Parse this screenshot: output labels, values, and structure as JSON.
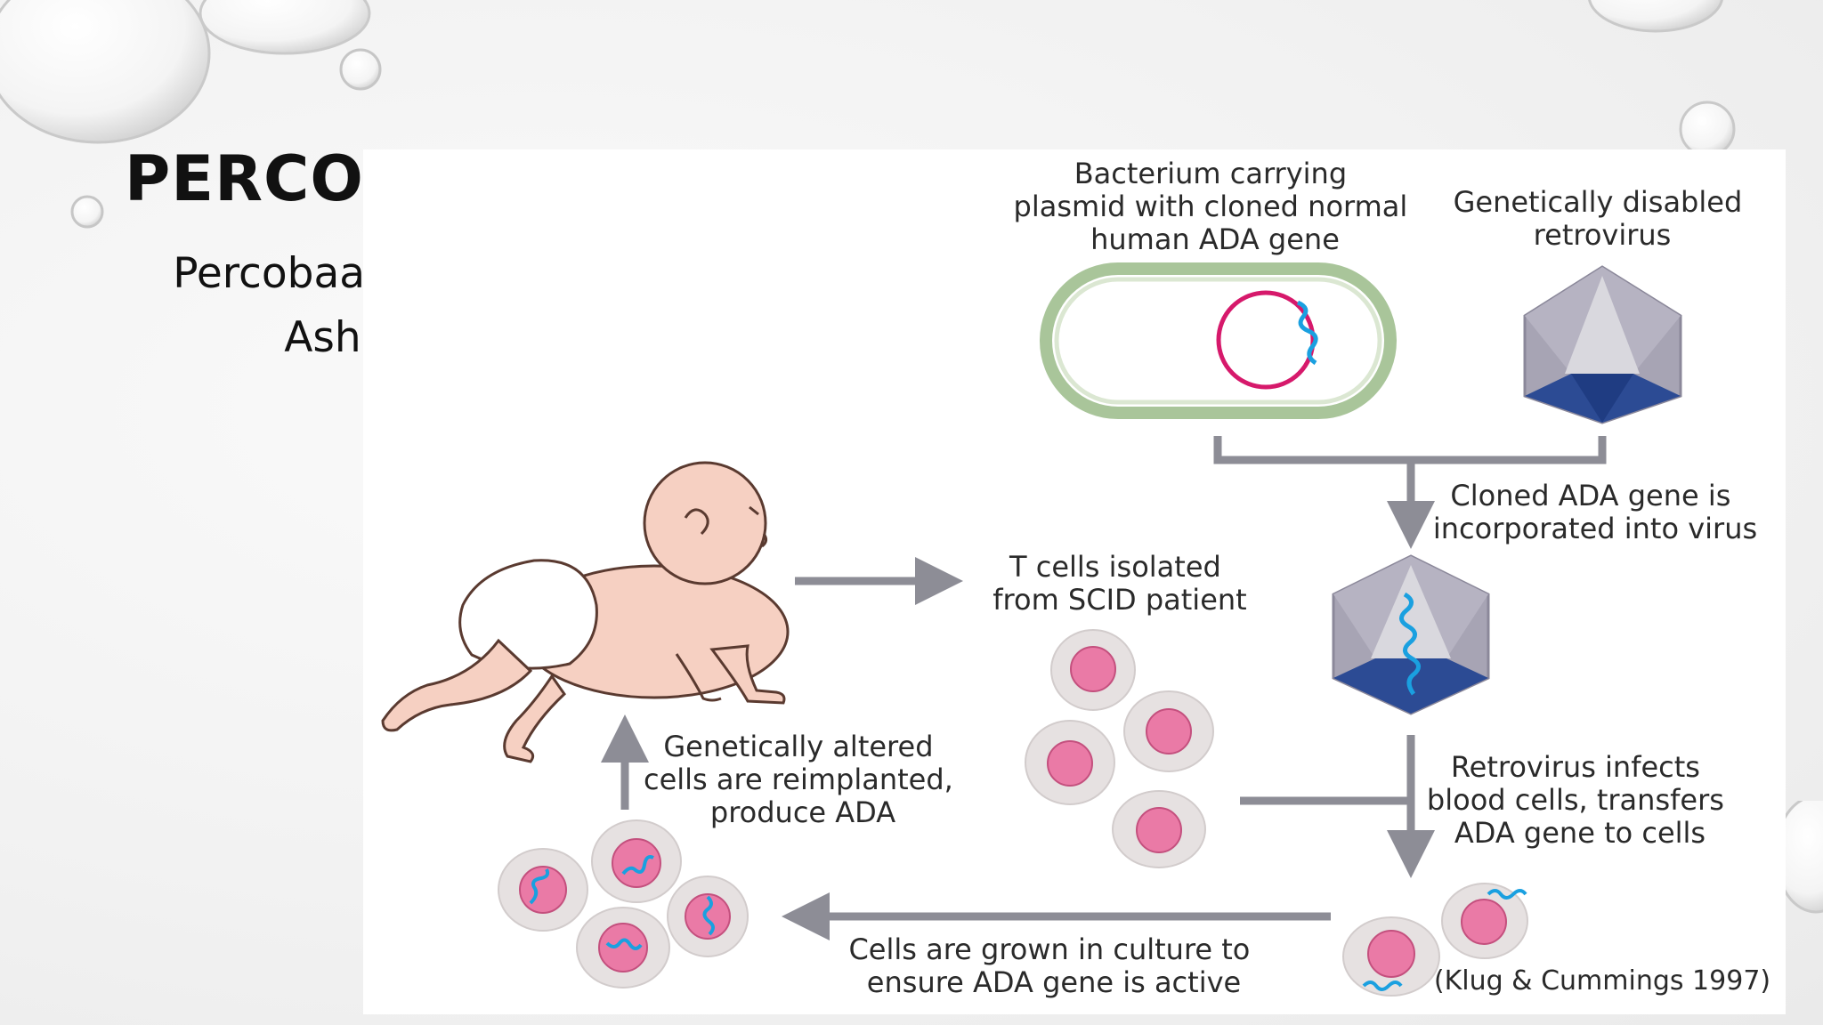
{
  "slide": {
    "title": "PERCOBAAN TERAPI GEN",
    "subtitle_line1": "Percobaan terapi gen pada balita",
    "subtitle_line2": "Ashanti secara ex-vivo"
  },
  "diagram": {
    "bacterium_label": [
      "Bacterium carrying",
      "plasmid with cloned normal",
      "human ADA gene"
    ],
    "retrovirus_label": [
      "Genetically disabled",
      "retrovirus"
    ],
    "incorporate_label": [
      "Cloned ADA gene is",
      "incorporated into virus"
    ],
    "tcells_label": [
      "T cells isolated",
      "from SCID patient"
    ],
    "infect_label": [
      "Retrovirus infects",
      "blood cells, transfers",
      "ADA gene to cells"
    ],
    "reimplant_label": [
      "Genetically altered",
      "cells are reimplanted,",
      "produce ADA"
    ],
    "culture_label": [
      "Cells are grown in culture to",
      "ensure ADA gene is active"
    ],
    "citation": "(Klug & Cummings 1997)"
  },
  "colors": {
    "arrow": "#8d8d96",
    "bacterium_wall": "#a9c59a",
    "plasmid": "#d6196b",
    "gene": "#1aa0e0",
    "virus_face": "#a7a4b4",
    "virus_dark": "#24448e",
    "cell": "#e6e1e1",
    "nucleus": "#ea7aa6"
  }
}
